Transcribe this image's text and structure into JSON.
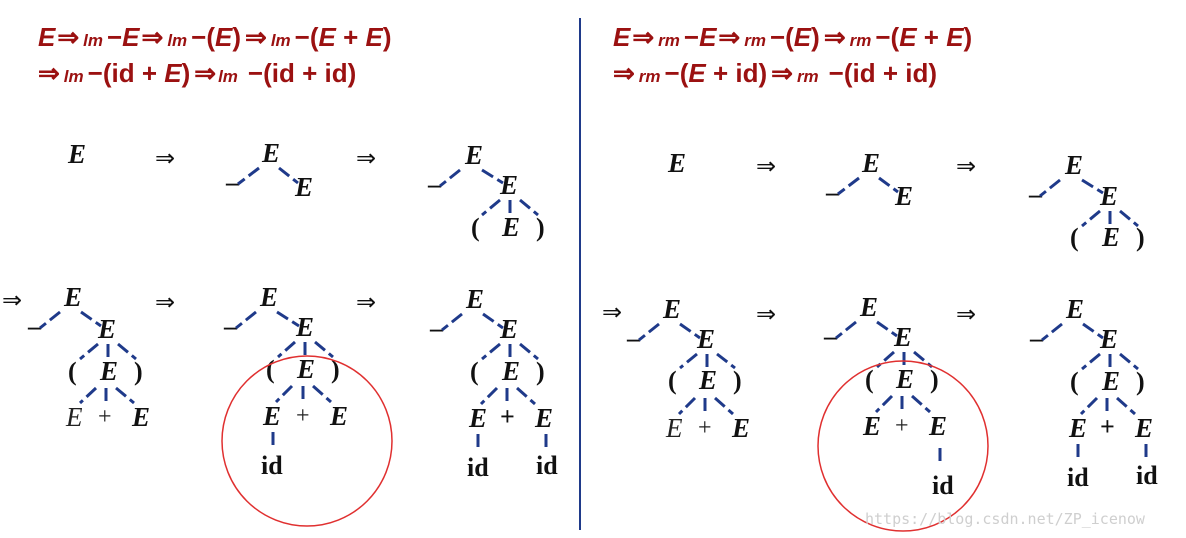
{
  "header": {
    "left": {
      "line1": [
        "E",
        "⇒",
        "lm",
        "−",
        "E",
        "⇒",
        "lm",
        "−",
        "(",
        "E",
        ")",
        "⇒",
        "lm",
        "−",
        "(",
        "E",
        " + ",
        "E",
        ")"
      ],
      "line2": [
        "⇒",
        "lm",
        "−",
        "(",
        "id + ",
        "E",
        ")",
        "⇒",
        "lm",
        "−",
        "(id + id)"
      ]
    },
    "right": {
      "line1": [
        "E",
        "⇒",
        "rm",
        "−",
        "E",
        "⇒",
        "rm",
        "−",
        "(",
        "E",
        ")",
        "⇒",
        "rm",
        "−",
        "(",
        "E",
        " + ",
        "E",
        ")"
      ],
      "line2": [
        "⇒",
        "rm",
        "−",
        "(",
        "E",
        " + id)",
        "⇒",
        "rm",
        "−",
        "(id + id)"
      ]
    }
  },
  "symbols": {
    "E": "E",
    "arrow": "⇒",
    "minus": "–",
    "lparen": "(",
    "rparen": ")",
    "plus": "+",
    "id": "id"
  },
  "colors": {
    "header": "#9b1111",
    "edge": "#1f3a8a",
    "divider": "#1f3a8a",
    "circle": "#e03030"
  },
  "watermark": "https://blog.csdn.net/ZP_icenow"
}
